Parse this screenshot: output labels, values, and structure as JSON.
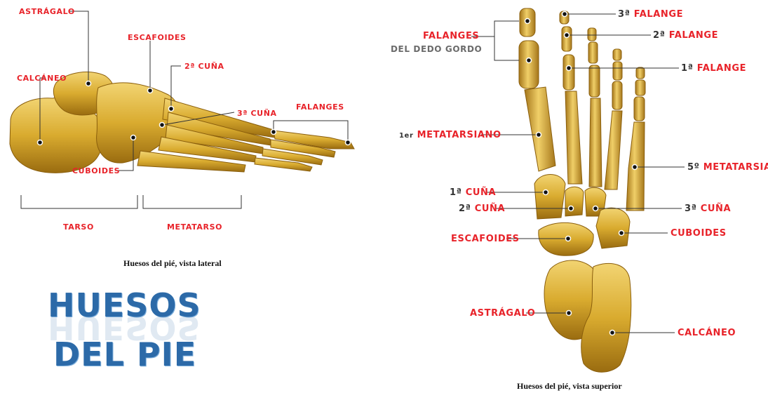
{
  "lateral": {
    "labels": {
      "astragalo": "ASTRÁGALO",
      "escafoides": "ESCAFOIDES",
      "cuna2": "2ª CUÑA",
      "calcaneo": "CALCÁNEO",
      "cuna3": "3ª CUÑA",
      "falanges": "FALANGES",
      "cuboides": "CUBOIDES",
      "tarso": "TARSO",
      "metatarso": "METATARSO"
    },
    "caption": "Huesos del pié, vista lateral"
  },
  "title": {
    "line1": "HUESOS",
    "line2": "DEL PIE"
  },
  "superior": {
    "labels": {
      "falanges": "FALANGES",
      "del_dedo_gordo": "DEL DEDO GORDO",
      "falange3_num": "3ª",
      "falange3": "FALANGE",
      "falange2_num": "2ª",
      "falange2": "FALANGE",
      "falange1_num": "1ª",
      "falange1": "FALANGE",
      "metatarsiano1_num": "1er",
      "metatarsiano1": "METATARSIANO",
      "metatarsiano5_num": "5º",
      "metatarsiano5": "METATARSIANO",
      "cuna1_num": "1ª",
      "cuna1": "CUÑA",
      "cuna2_num": "2ª",
      "cuna2": "CUÑA",
      "cuna3_num": "3ª",
      "cuna3": "CUÑA",
      "escafoides": "ESCAFOIDES",
      "cuboides": "CUBOIDES",
      "astragalo": "ASTRÁGALO",
      "calcaneo": "CALCÁNEO"
    },
    "caption": "Huesos del pié, vista superior"
  },
  "colors": {
    "bone": "#d9ab2f",
    "bone_shadow": "#9a6c10",
    "bone_light": "#f2d472",
    "label_red": "#e8232a",
    "title_blue": "#2c6aa8"
  }
}
